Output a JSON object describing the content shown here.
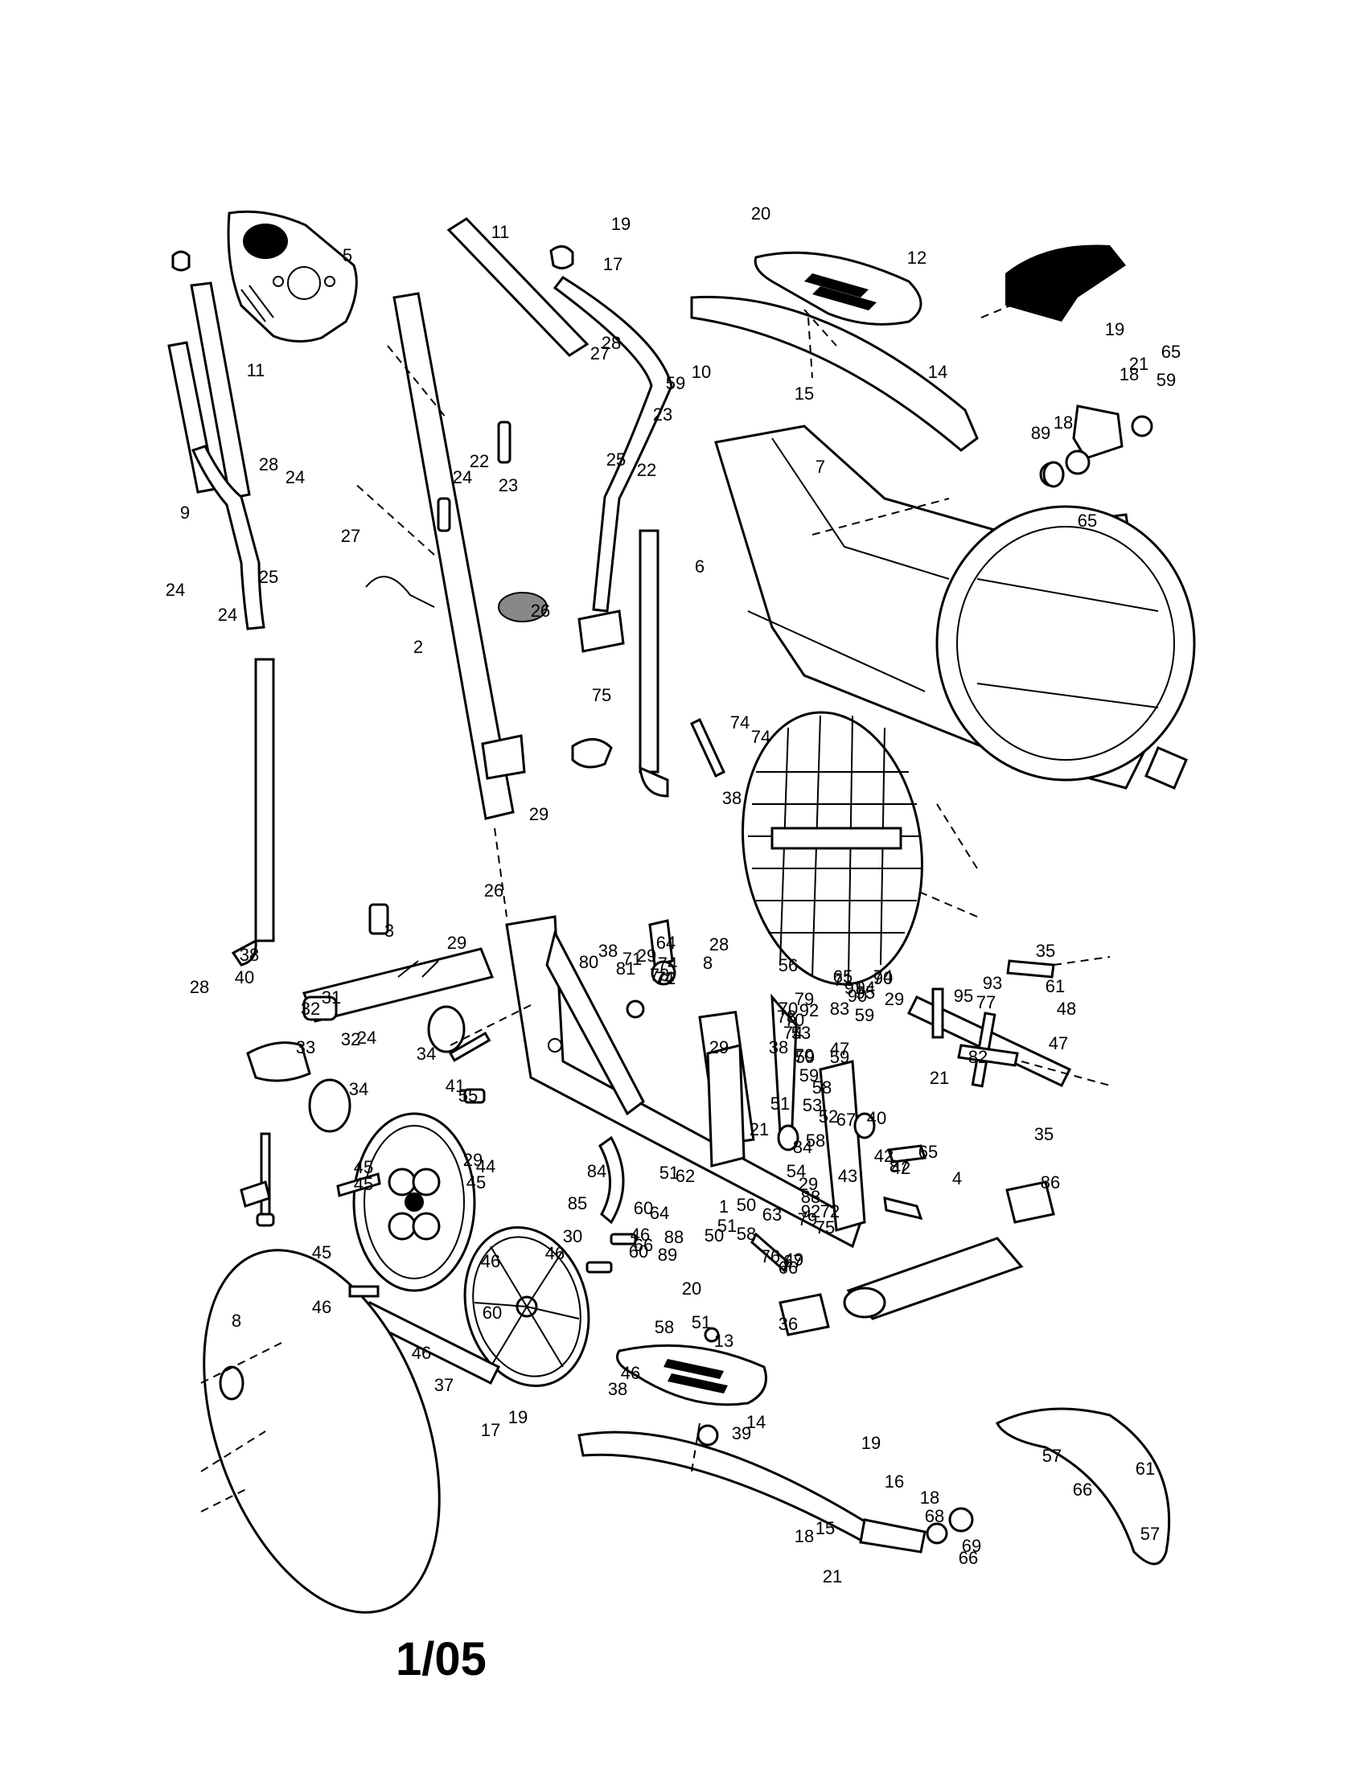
{
  "page_number": "1/05",
  "labels": [
    "1",
    "2",
    "3",
    "4",
    "5",
    "6",
    "7",
    "8",
    "8",
    "9",
    "10",
    "11",
    "11",
    "12",
    "13",
    "14",
    "14",
    "15",
    "15",
    "16",
    "17",
    "17",
    "18",
    "18",
    "18",
    "18",
    "19",
    "19",
    "19",
    "19",
    "20",
    "20",
    "21",
    "21",
    "21",
    "21",
    "22",
    "22",
    "23",
    "23",
    "24",
    "24",
    "24",
    "24",
    "24",
    "25",
    "25",
    "26",
    "26",
    "27",
    "27",
    "28",
    "28",
    "28",
    "28",
    "29",
    "29",
    "29",
    "29",
    "29",
    "29",
    "29",
    "30",
    "31",
    "32",
    "32",
    "33",
    "34",
    "34",
    "35",
    "35",
    "36",
    "37",
    "38",
    "38",
    "38",
    "38",
    "38",
    "39",
    "40",
    "40",
    "41",
    "42",
    "42",
    "43",
    "44",
    "45",
    "45",
    "45",
    "45",
    "46",
    "46",
    "46",
    "46",
    "46",
    "46",
    "47",
    "47",
    "48",
    "49",
    "50",
    "50",
    "51",
    "51",
    "51",
    "51",
    "52",
    "53",
    "53",
    "54",
    "55",
    "56",
    "57",
    "57",
    "58",
    "58",
    "58",
    "58",
    "59",
    "59",
    "59",
    "59",
    "59",
    "59",
    "60",
    "60",
    "60",
    "61",
    "61",
    "62",
    "63",
    "64",
    "64",
    "65",
    "65",
    "65",
    "65",
    "66",
    "66",
    "66",
    "66",
    "67",
    "67",
    "68",
    "69",
    "70",
    "70",
    "70",
    "71",
    "71",
    "72",
    "72",
    "73",
    "74",
    "74",
    "74",
    "74",
    "74",
    "74",
    "75",
    "75",
    "76",
    "77",
    "78",
    "79",
    "79",
    "80",
    "81",
    "82",
    "83",
    "84",
    "84",
    "85",
    "86",
    "87",
    "88",
    "88",
    "89",
    "89",
    "90",
    "90",
    "91",
    "92",
    "92",
    "93",
    "94",
    "95",
    "95",
    "96",
    "96",
    "97"
  ]
}
